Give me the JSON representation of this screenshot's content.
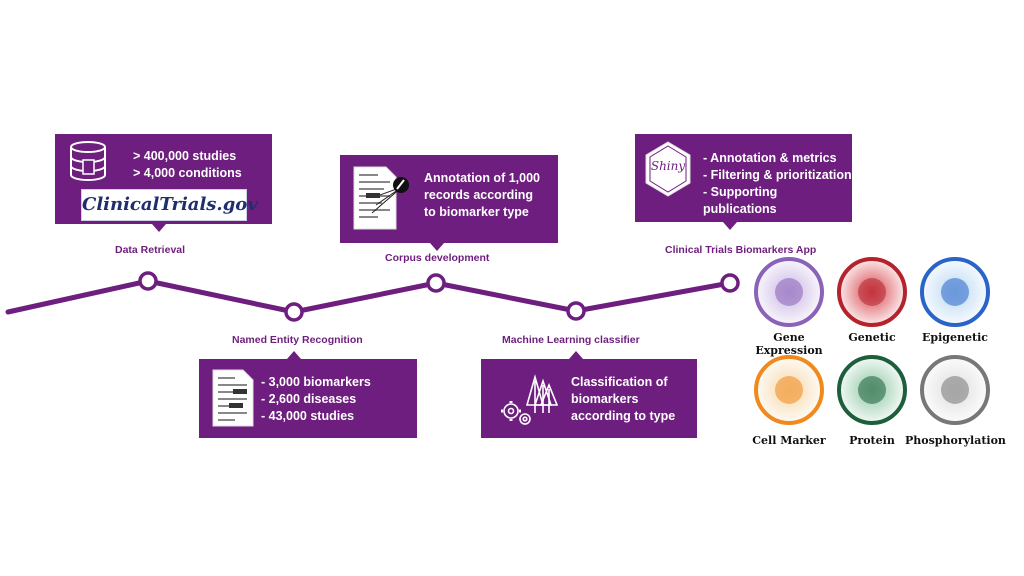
{
  "stages": {
    "data_retrieval": {
      "label": "Data Retrieval",
      "lines": [
        "> 400,000 studies",
        "> 4,000 conditions"
      ],
      "logo": "ClinicalTrials.gov"
    },
    "ner": {
      "label": "Named Entity Recognition",
      "lines": [
        "- 3,000 biomarkers",
        "- 2,600 diseases",
        "- 43,000 studies"
      ]
    },
    "corpus": {
      "label": "Corpus development",
      "lines": [
        "Annotation of 1,000",
        "records according",
        "to biomarker type"
      ]
    },
    "ml": {
      "label": "Machine Learning classifier",
      "lines": [
        "Classification of",
        "biomarkers",
        "according to type"
      ]
    },
    "app": {
      "label": "Clinical Trials Biomarkers App",
      "logo": "Shiny",
      "lines": [
        "- Annotation & metrics",
        "- Filtering & prioritization",
        "- Supporting publications"
      ]
    }
  },
  "biomarker_types": [
    {
      "label": "Gene Expression",
      "ring": "#8a62b8",
      "fill": "#c9b6e4",
      "icon": "gene-expression-icon"
    },
    {
      "label": "Genetic",
      "ring": "#b3232b",
      "fill": "#d9474f",
      "icon": "dna-icon"
    },
    {
      "label": "Epigenetic",
      "ring": "#2a64c8",
      "fill": "#b9d8f2",
      "icon": "chromatin-icon"
    },
    {
      "label": "Cell Marker",
      "ring": "#f08a1f",
      "fill": "#f6d7a8",
      "icon": "cell-icon"
    },
    {
      "label": "Protein",
      "ring": "#1e5e3c",
      "fill": "#8fc7a3",
      "icon": "protein-icon"
    },
    {
      "label": "Phosphorylation",
      "ring": "#777777",
      "fill": "#dedede",
      "icon": "phosphorylation-icon"
    }
  ],
  "colors": {
    "accent": "#6e1e7e"
  }
}
